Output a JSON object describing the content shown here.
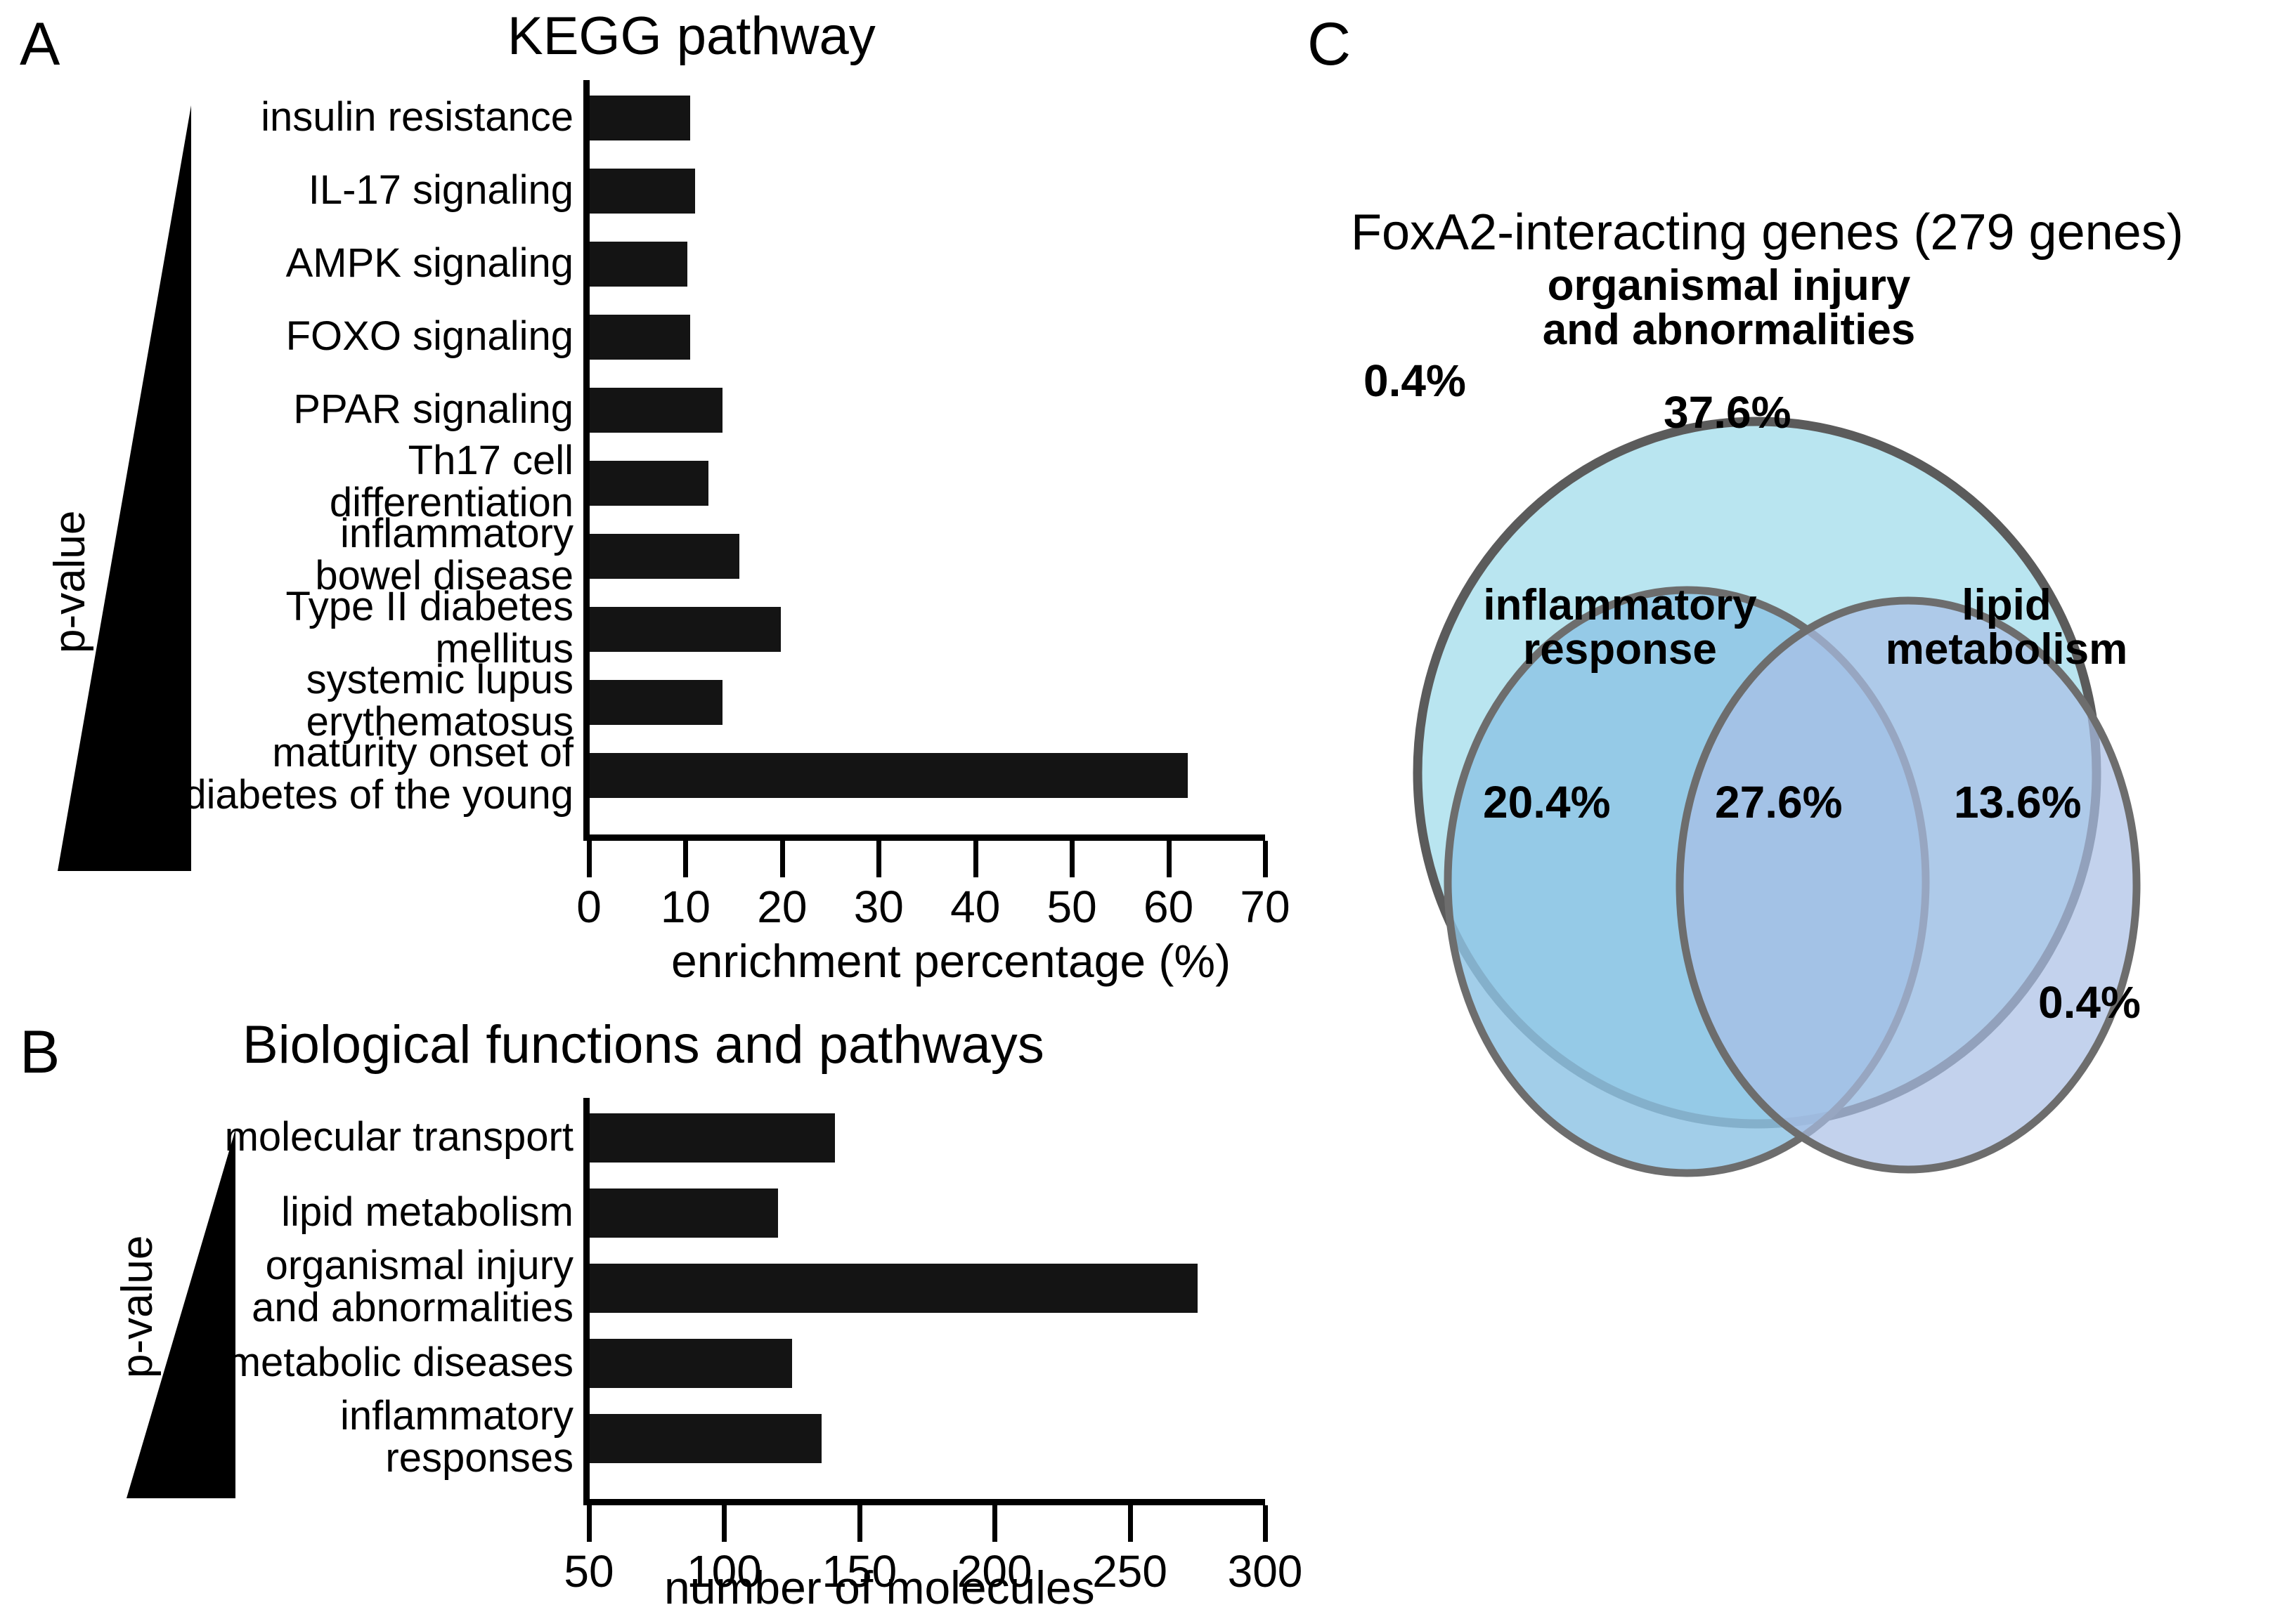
{
  "panels": {
    "a": {
      "letter": "A",
      "title": "KEGG pathway",
      "axis_label_y": "p-value",
      "axis_label_x": "enrichment percentage (%)"
    },
    "b": {
      "letter": "B",
      "title": "Biological functions and pathways",
      "axis_label_y": "p-value",
      "axis_label_x": "number of molecules"
    },
    "c": {
      "letter": "C",
      "title": "FoxA2-interacting genes (279 genes)"
    }
  },
  "chart_data": [
    {
      "id": "kegg",
      "type": "bar",
      "orientation": "horizontal",
      "title": "KEGG pathway",
      "xlabel": "enrichment percentage (%)",
      "ylabel": "p-value",
      "xlim": [
        0,
        70
      ],
      "xticks": [
        0,
        10,
        20,
        30,
        40,
        50,
        60,
        70
      ],
      "tick_labels": [
        "0",
        "10",
        "20",
        "30",
        "40",
        "50",
        "60",
        "70"
      ],
      "grid": false,
      "legend": "none",
      "categories": [
        "insulin resistance",
        "IL-17 signaling",
        "AMPK signaling",
        "FOXO signaling",
        "PPAR signaling",
        "Th17 cell\ndifferentiation",
        "inflammatory\nbowel disease",
        "Type II diabetes\nmellitus",
        "systemic lupus\nerythematosus",
        "maturity onset of\ndiabetes of the young"
      ],
      "values": [
        10.5,
        11.0,
        10.2,
        10.5,
        13.8,
        12.4,
        15.6,
        19.9,
        13.8,
        62.0
      ]
    },
    {
      "id": "biofun",
      "type": "bar",
      "orientation": "horizontal",
      "title": "Biological functions and pathways",
      "xlabel": "number of molecules",
      "ylabel": "p-value",
      "xlim": [
        50,
        300
      ],
      "xticks": [
        50,
        100,
        150,
        200,
        250,
        300
      ],
      "tick_labels": [
        "50",
        "100",
        "150",
        "200",
        "250",
        "300"
      ],
      "grid": false,
      "legend": "none",
      "categories": [
        "molecular transport",
        "lipid metabolism",
        "organismal injury\nand abnormalities",
        "metabolic diseases",
        "inflammatory\nresponses"
      ],
      "values": [
        141,
        120,
        275,
        125,
        136
      ]
    },
    {
      "id": "venn",
      "type": "venn",
      "title": "FoxA2-interacting genes (279 genes)",
      "sets": [
        {
          "name": "organismal injury\nand abnormalities",
          "color": "#b9e5f0"
        },
        {
          "name": "inflammatory\nresponse",
          "color": "#a6cfeb"
        },
        {
          "name": "lipid\nmetabolism",
          "color": "#bfd2f0"
        }
      ],
      "regions": [
        {
          "label": "outside-all",
          "value": "0.4%"
        },
        {
          "label": "organismal-only",
          "value": "37.6%"
        },
        {
          "label": "inflammatory-only",
          "value": "20.4%"
        },
        {
          "label": "inflammatory-and-lipid",
          "value": "27.6%"
        },
        {
          "label": "lipid-only",
          "value": "13.6%"
        },
        {
          "label": "lipid-outside-organismal",
          "value": "0.4%"
        }
      ]
    }
  ],
  "venn": {
    "header": "FoxA2-interacting genes (279 genes)",
    "set_outer": "organismal injury\nand abnormalities",
    "set_left": "inflammatory\nresponse",
    "set_right": "lipid\nmetabolism",
    "pct_outside": "0.4%",
    "pct_outer_only": "37.6%",
    "pct_left_only": "20.4%",
    "pct_center": "27.6%",
    "pct_right_only": "13.6%",
    "pct_right_outside": "0.4%",
    "colors": {
      "outer_fill": "#b9e5f0",
      "left_fill": "#9fcbe8",
      "right_fill": "#b6c9ed",
      "stroke": "#5b5b5b"
    }
  }
}
